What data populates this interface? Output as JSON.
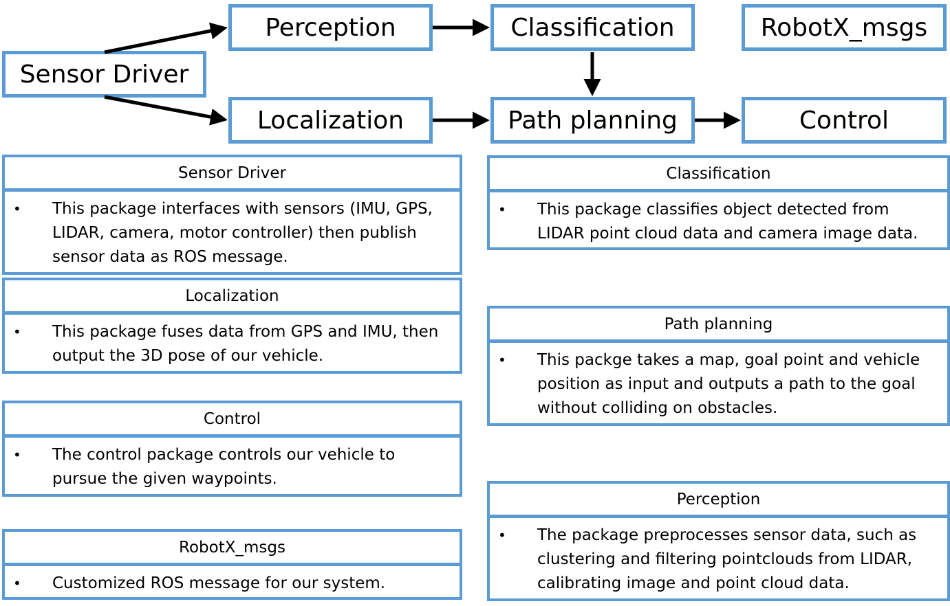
{
  "diagram": {
    "nodes": {
      "sensor_driver": "Sensor Driver",
      "perception": "Perception",
      "localization": "Localization",
      "classification": "Classification",
      "path_planning": "Path planning",
      "robotx_msgs": "RobotX_msgs",
      "control": "Control"
    },
    "edges": [
      {
        "from": "Sensor Driver",
        "to": "Perception"
      },
      {
        "from": "Sensor Driver",
        "to": "Localization"
      },
      {
        "from": "Perception",
        "to": "Classification"
      },
      {
        "from": "Localization",
        "to": "Path planning"
      },
      {
        "from": "Classification",
        "to": "Path planning"
      },
      {
        "from": "Path planning",
        "to": "Control"
      }
    ]
  },
  "cards": {
    "sensor_driver": {
      "title": "Sensor Driver",
      "bullet": "•",
      "text": "This package interfaces with sensors (IMU, GPS, LIDAR, camera, motor controller) then publish sensor data as ROS message."
    },
    "localization": {
      "title": "Localization",
      "bullet": "•",
      "text": "This package fuses data from GPS and IMU, then output the 3D pose of our vehicle."
    },
    "control": {
      "title": "Control",
      "bullet": "•",
      "text": "The control package controls our vehicle to pursue the given waypoints."
    },
    "robotx_msgs": {
      "title": "RobotX_msgs",
      "bullet": "•",
      "text": "Customized ROS message for our system."
    },
    "classification": {
      "title": "Classification",
      "bullet": "•",
      "text": "This package classifies object detected from LIDAR point cloud data and camera image data."
    },
    "path_planning": {
      "title": "Path planning",
      "bullet": "•",
      "text": "This packge takes a map, goal point and vehicle position as input and outputs a path to the goal without colliding on obstacles."
    },
    "perception": {
      "title": "Perception",
      "bullet": "•",
      "text": "The package preprocesses sensor data, such as clustering and filtering pointclouds from LIDAR, calibrating image and point cloud data."
    }
  },
  "colors": {
    "border": "#5b9bd5",
    "arrow": "#000000"
  }
}
